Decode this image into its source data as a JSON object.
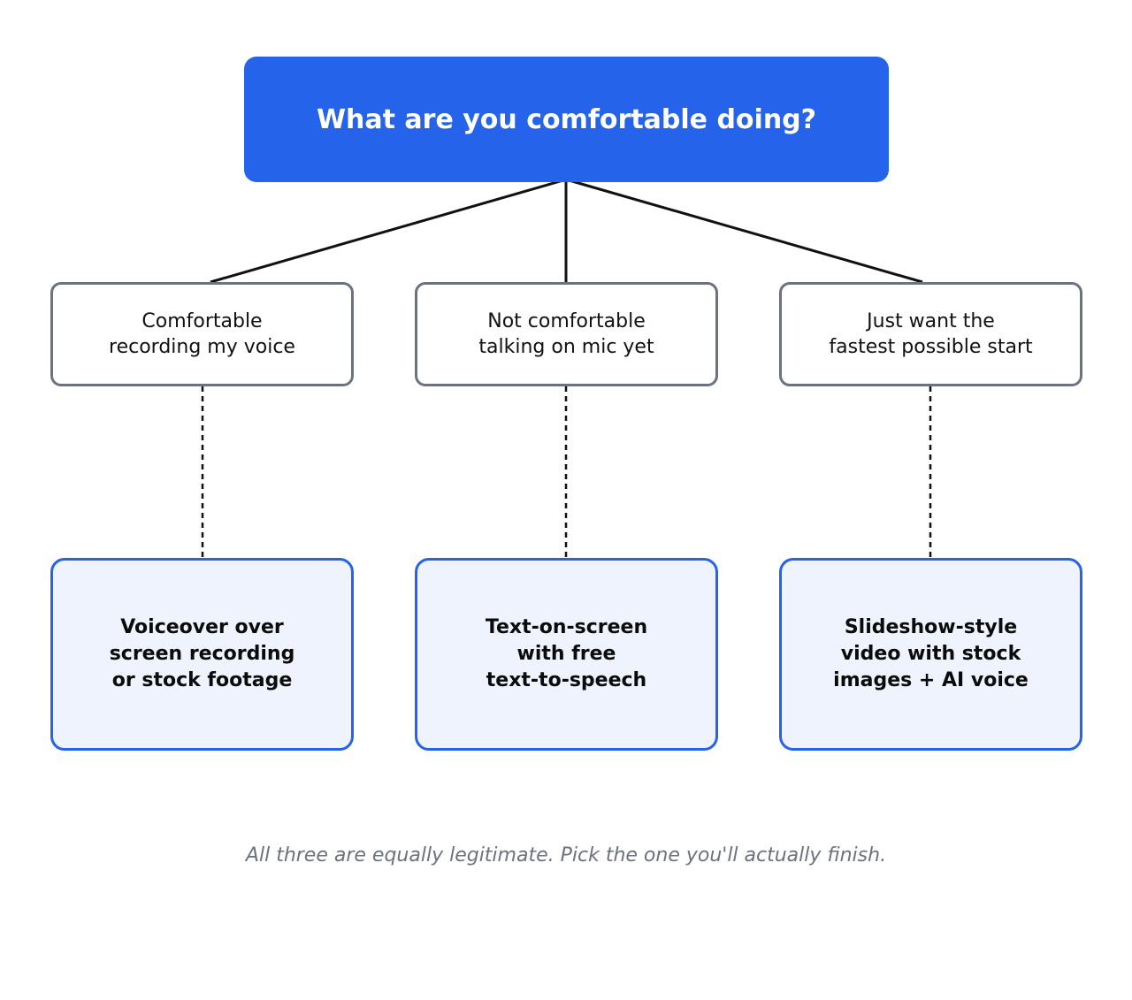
{
  "root": {
    "question": "What are you comfortable doing?"
  },
  "choices": [
    {
      "label": "Comfortable\nrecording my voice"
    },
    {
      "label": "Not comfortable\ntalking on mic yet"
    },
    {
      "label": "Just want the\nfastest possible start"
    }
  ],
  "results": [
    {
      "label": "Voiceover over\nscreen recording\nor stock footage"
    },
    {
      "label": "Text-on-screen\nwith free\ntext-to-speech"
    },
    {
      "label": "Slideshow-style\nvideo with stock\nimages + AI voice"
    }
  ],
  "footnote": "All three are equally legitimate. Pick the one you'll actually finish.",
  "colors": {
    "accent": "#2563eb",
    "result_fill": "#eef3fd",
    "choice_border": "#6b7280",
    "footnote_text": "#6b7280"
  }
}
